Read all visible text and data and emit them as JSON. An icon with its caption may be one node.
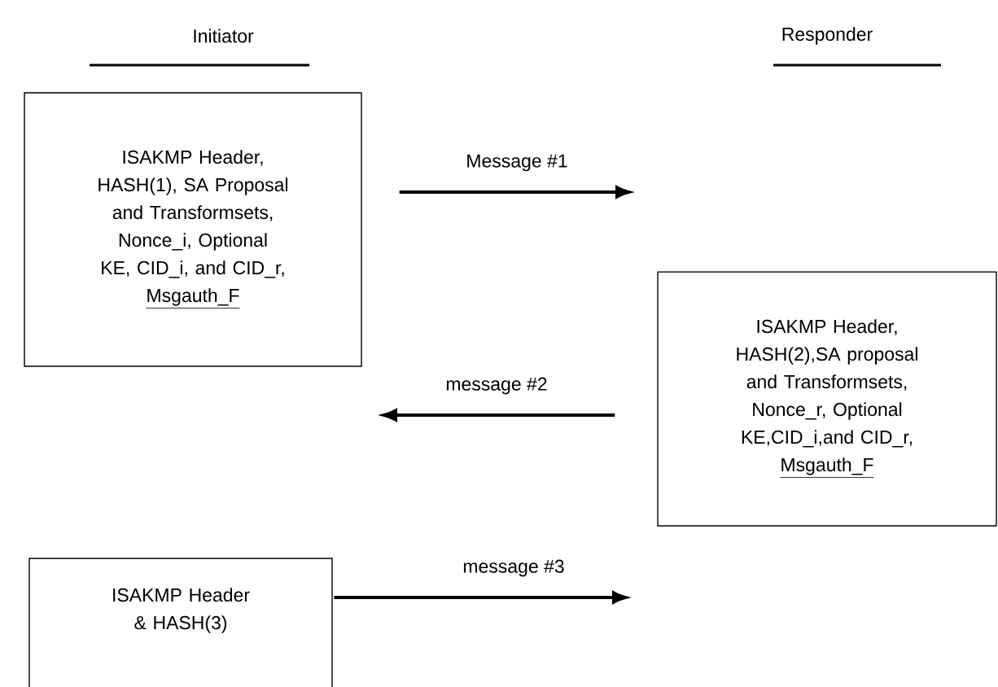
{
  "diagram": {
    "nodes": [
      {
        "text": [
          "ISAKMP Header, HASH(1), SA Proposal and Transformsets, Nonce_i, Optional KE, CID_i, and CID_r,",
          "Msgauth_F"
        ]
      },
      {
        "text": [
          "ISAKMP Header, HASH(2),SA proposal and Transformsets, Nonce_r, Optional KE,CID_i,and CID_r,",
          "Msgauth_F"
        ]
      },
      {
        "text": [
          "ISAKMP Header & HASH(3)"
        ]
      }
    ],
    "edges": [
      {
        "from": 0,
        "to": null,
        "arrow": "to",
        "label": "Message #1"
      },
      {
        "from": 1,
        "to": null,
        "arrow": "to",
        "label": "message #2"
      },
      {
        "from": 2,
        "to": null,
        "arrow": "to",
        "label": "message #3"
      }
    ],
    "labels": [
      "Initiator",
      "Responder"
    ]
  }
}
